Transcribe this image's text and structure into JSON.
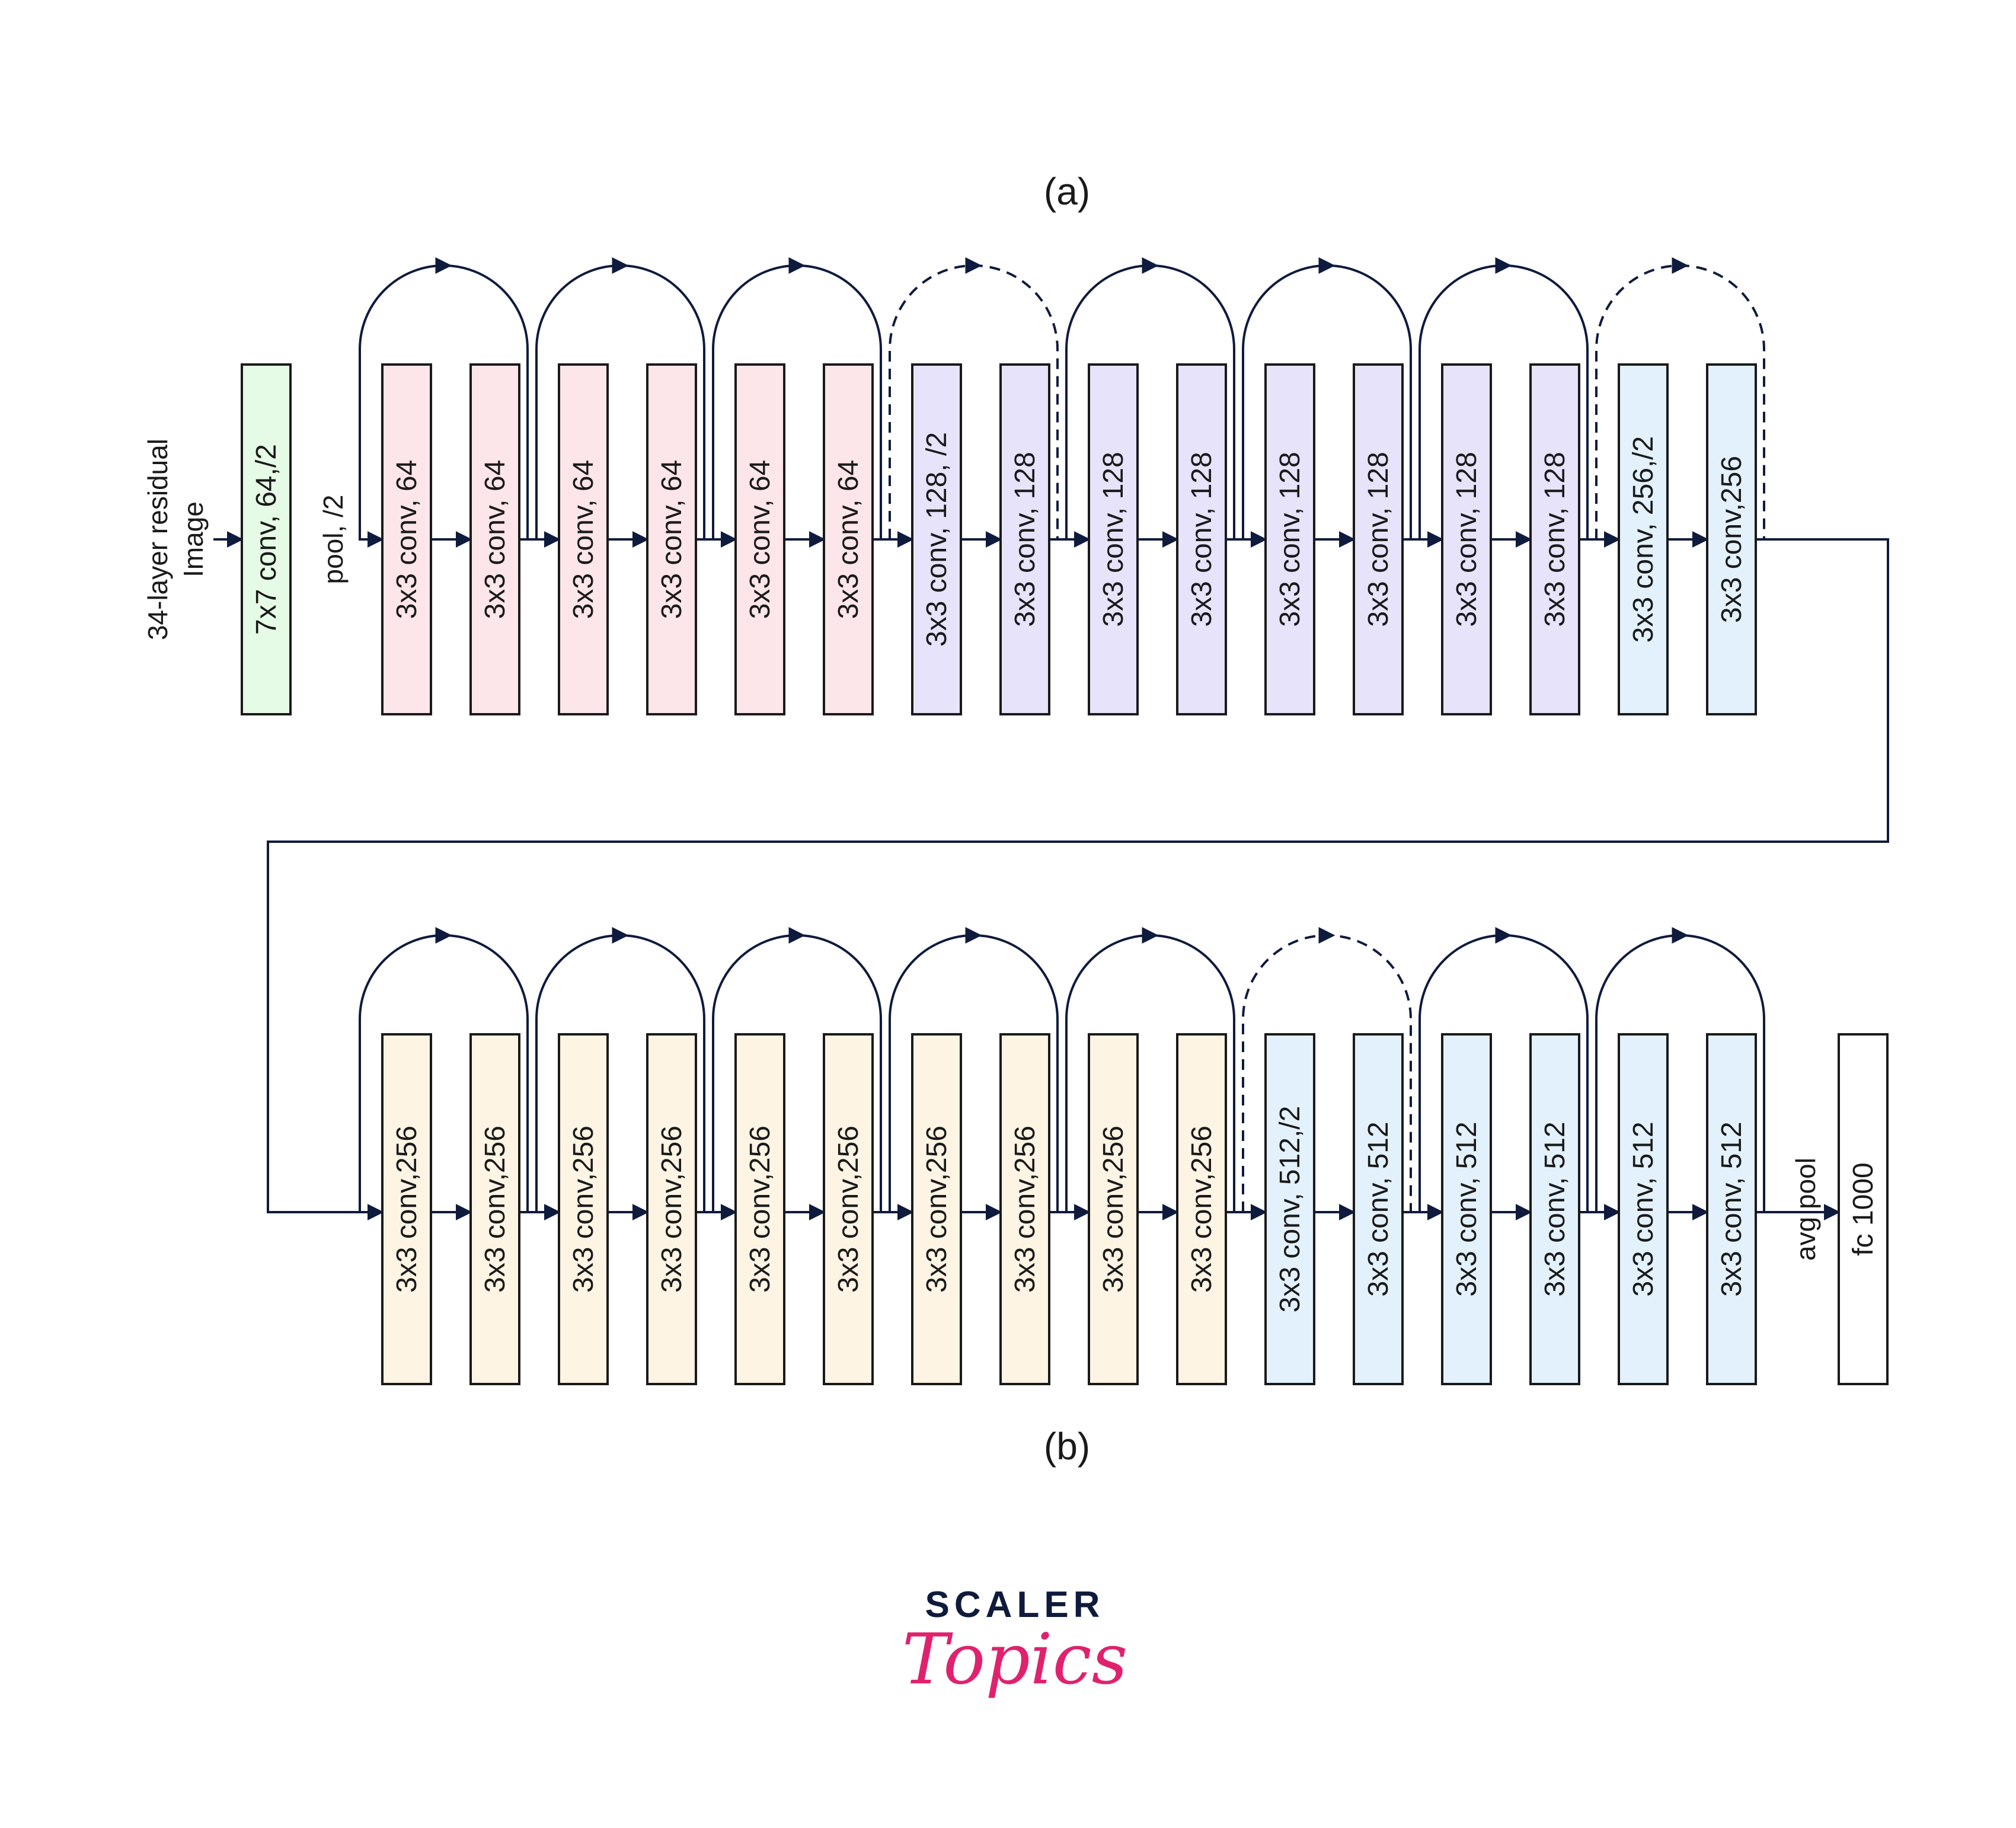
{
  "captions": {
    "a": "(a)",
    "b": "(b)"
  },
  "colors": {
    "line": "#0f1b3d",
    "stroke": "#1a1a1a",
    "green": "#e6fbe6",
    "pink": "#fde6ea",
    "lavender": "#e6e3fb",
    "blue": "#e3f1fc",
    "cream": "#fdf4e4",
    "white": "#ffffff",
    "brand_dark": "#0f1b3d",
    "brand_pink": "#e0226e"
  },
  "row_a": {
    "input_label_1": "34-layer residual",
    "input_label_2": "Image",
    "stem": {
      "label": "7x7 conv, 64,/2",
      "color": "green"
    },
    "pool_label": "pool, /2",
    "blocks": [
      {
        "label": "3x3 conv, 64",
        "color": "pink"
      },
      {
        "label": "3x3 conv, 64",
        "color": "pink"
      },
      {
        "label": "3x3 conv, 64",
        "color": "pink"
      },
      {
        "label": "3x3 conv, 64",
        "color": "pink"
      },
      {
        "label": "3x3 conv, 64",
        "color": "pink"
      },
      {
        "label": "3x3 conv, 64",
        "color": "pink"
      },
      {
        "label": "3x3 conv, 128, /2",
        "color": "lavender"
      },
      {
        "label": "3x3 conv, 128",
        "color": "lavender"
      },
      {
        "label": "3x3 conv, 128",
        "color": "lavender"
      },
      {
        "label": "3x3 conv, 128",
        "color": "lavender"
      },
      {
        "label": "3x3 conv, 128",
        "color": "lavender"
      },
      {
        "label": "3x3 conv, 128",
        "color": "lavender"
      },
      {
        "label": "3x3 conv, 128",
        "color": "lavender"
      },
      {
        "label": "3x3 conv, 128",
        "color": "lavender"
      },
      {
        "label": "3x3 conv, 256,/2",
        "color": "blue"
      },
      {
        "label": "3x3 conv,256",
        "color": "blue"
      }
    ],
    "skips": [
      "solid",
      "solid",
      "solid",
      "dashed",
      "solid",
      "solid",
      "solid",
      "dashed"
    ]
  },
  "row_b": {
    "blocks": [
      {
        "label": "3x3 conv,256",
        "color": "cream"
      },
      {
        "label": "3x3 conv,256",
        "color": "cream"
      },
      {
        "label": "3x3 conv,256",
        "color": "cream"
      },
      {
        "label": "3x3 conv,256",
        "color": "cream"
      },
      {
        "label": "3x3 conv,256",
        "color": "cream"
      },
      {
        "label": "3x3 conv,256",
        "color": "cream"
      },
      {
        "label": "3x3 conv,256",
        "color": "cream"
      },
      {
        "label": "3x3 conv,256",
        "color": "cream"
      },
      {
        "label": "3x3 conv,256",
        "color": "cream"
      },
      {
        "label": "3x3 conv,256",
        "color": "cream"
      },
      {
        "label": "3x3 conv, 512,/2",
        "color": "blue"
      },
      {
        "label": "3x3 conv, 512",
        "color": "blue"
      },
      {
        "label": "3x3 conv, 512",
        "color": "blue"
      },
      {
        "label": "3x3 conv, 512",
        "color": "blue"
      },
      {
        "label": "3x3 conv, 512",
        "color": "blue"
      },
      {
        "label": "3x3 conv, 512",
        "color": "blue"
      }
    ],
    "skips": [
      "solid",
      "solid",
      "solid",
      "solid",
      "solid",
      "dashed",
      "solid",
      "solid"
    ],
    "avgpool_label": "avg pool",
    "fc": {
      "label": "fc 1000",
      "color": "white"
    }
  },
  "brand": {
    "top": "SCALER",
    "bottom": "Topics"
  }
}
